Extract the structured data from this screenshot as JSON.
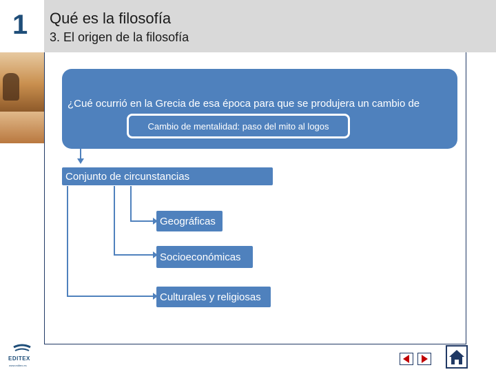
{
  "header": {
    "chapter_number": "1",
    "title": "Qué es la filosofía",
    "subtitle": "3. El origen de la filosofía"
  },
  "diagram": {
    "question": "¿Cué ocurrió en la Grecia de esa época para que se produjera un cambio de",
    "answer": "Cambio de mentalidad: paso del mito al logos",
    "main": "Conjunto de circunstancias",
    "children": [
      "Geográficas",
      "Socioeconómicas",
      "Culturales y religiosas"
    ]
  },
  "logo": {
    "word": "EDITEX",
    "url": "www.editex.es"
  },
  "nav": {
    "prev_icon": "triangle-left-icon",
    "next_icon": "triangle-right-icon",
    "home_icon": "house-icon"
  },
  "colors": {
    "header_band": "#d9d9d9",
    "box_fill": "#4f81bd",
    "frame_border": "#1f3864",
    "accent_red": "#c00000",
    "number_blue": "#1f4e79"
  }
}
